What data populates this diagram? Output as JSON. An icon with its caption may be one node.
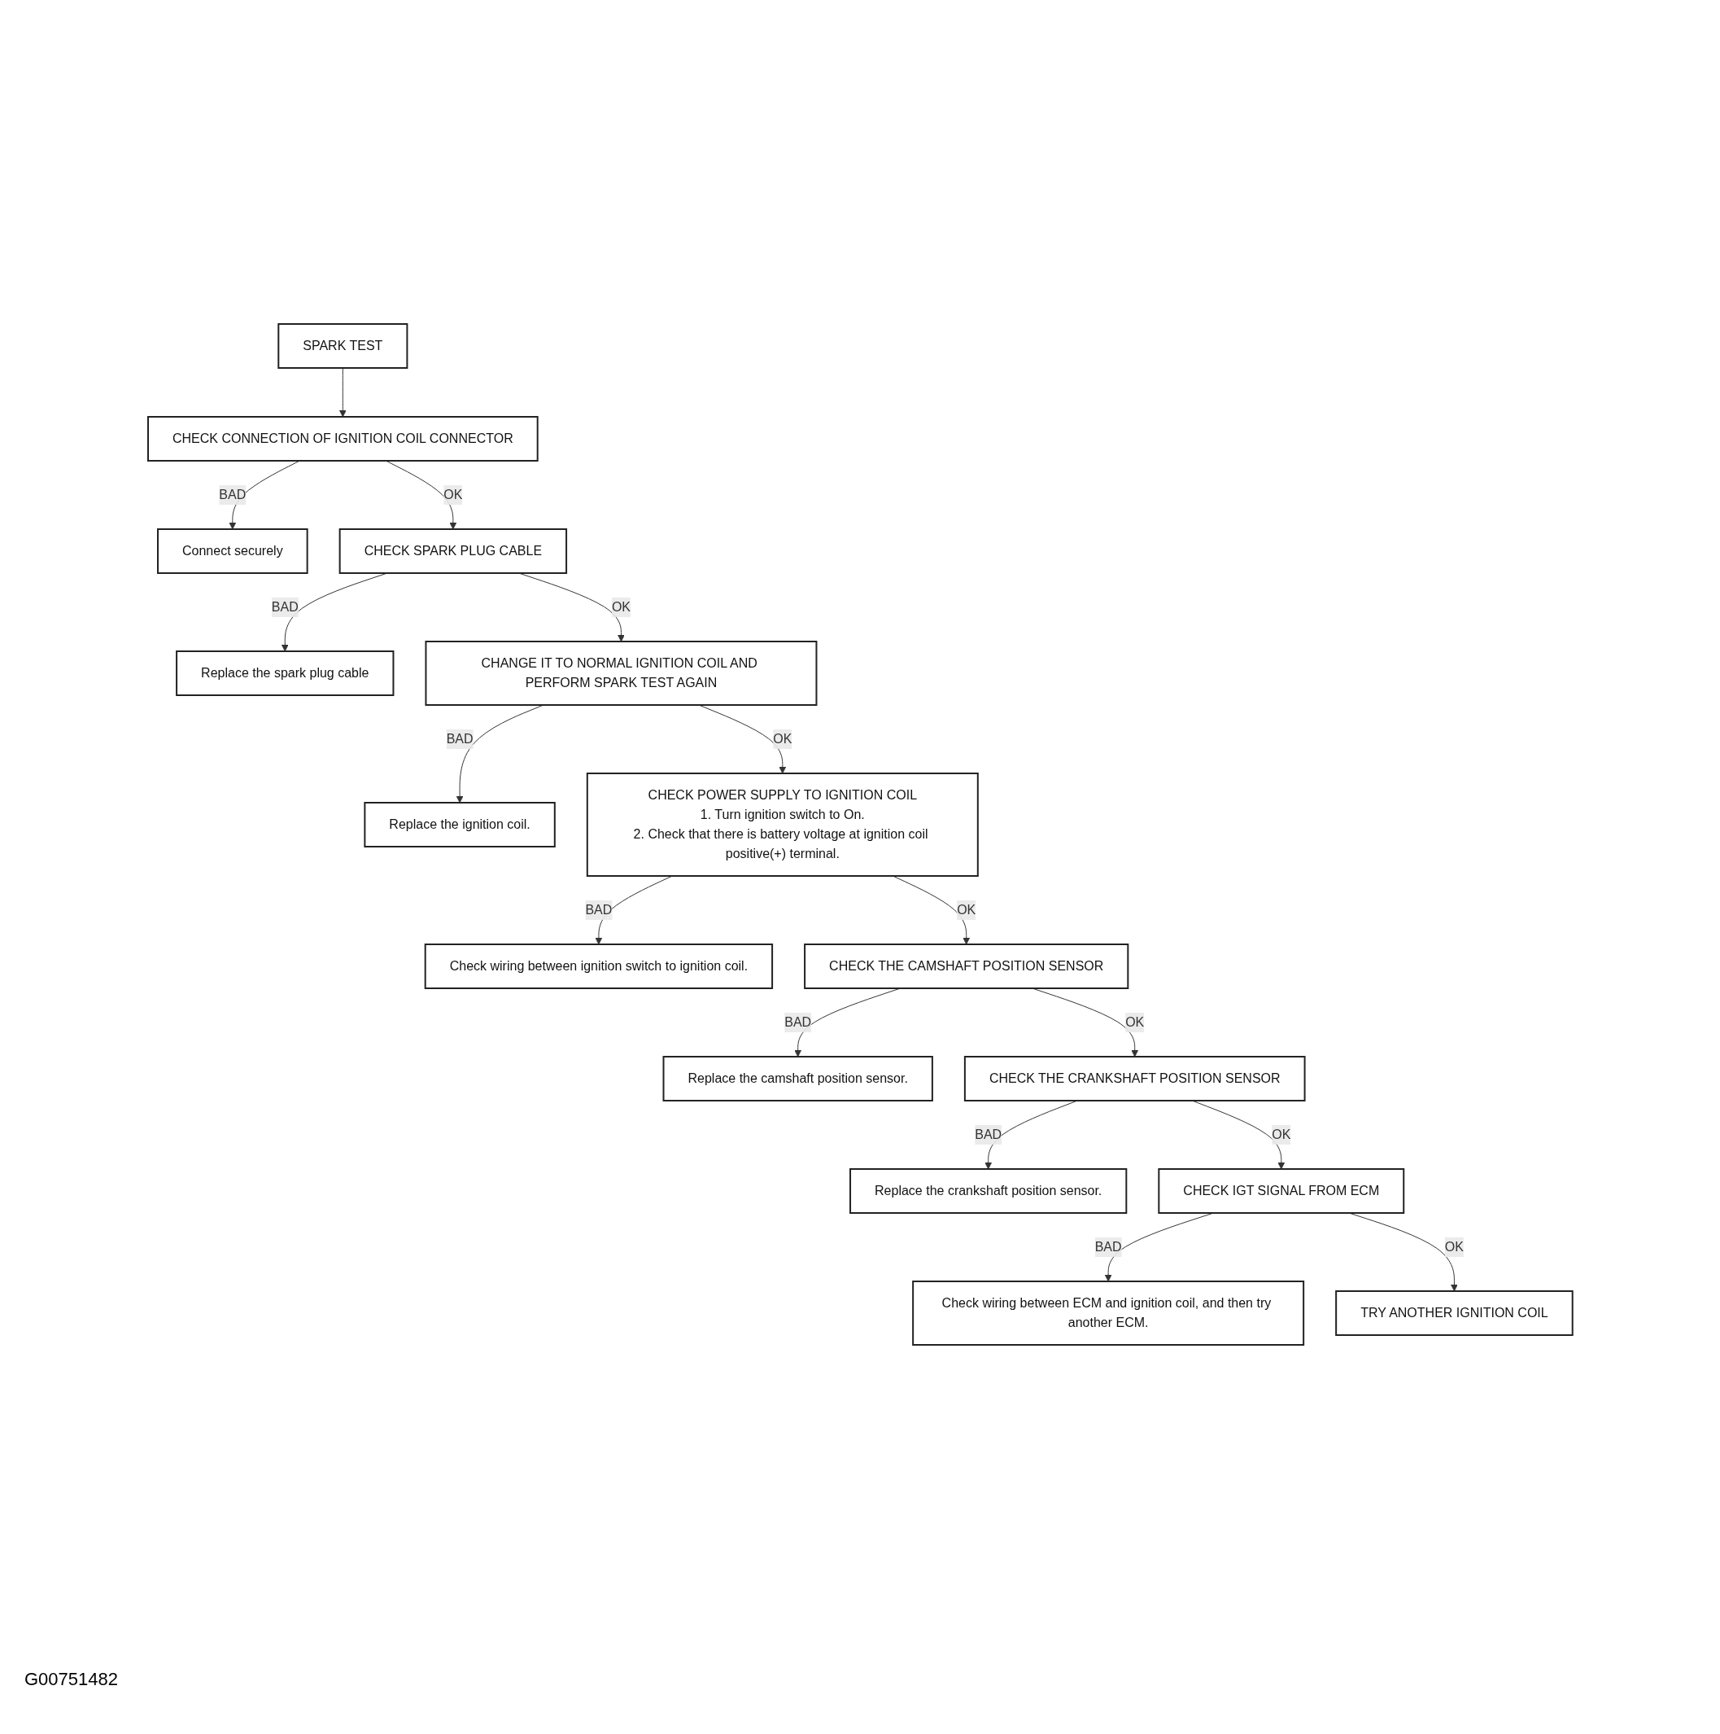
{
  "diagram": {
    "nodes": [
      {
        "text": [
          "SPARK TEST"
        ]
      },
      {
        "text": [
          "CHECK CONNECTION OF IGNITION COIL CONNECTOR"
        ]
      },
      {
        "text": [
          "Connect securely"
        ]
      },
      {
        "text": [
          "CHECK SPARK PLUG CABLE"
        ]
      },
      {
        "text": [
          "Replace the spark plug cable"
        ]
      },
      {
        "text": [
          "CHANGE IT TO NORMAL IGNITION COIL AND PERFORM SPARK TEST AGAIN"
        ]
      },
      {
        "text": [
          "Replace the ignition coil."
        ]
      },
      {
        "text": [
          "CHECK POWER SUPPLY TO IGNITION COIL",
          "1. Turn ignition switch to On.",
          "2. Check that there is battery voltage at ignition coil positive(+) terminal."
        ]
      },
      {
        "text": [
          "Check wiring between ignition switch to ignition coil."
        ]
      },
      {
        "text": [
          "CHECK THE CAMSHAFT POSITION SENSOR"
        ]
      },
      {
        "text": [
          "Replace the camshaft position sensor."
        ]
      },
      {
        "text": [
          "CHECK THE CRANKSHAFT POSITION SENSOR"
        ]
      },
      {
        "text": [
          "Replace the crankshaft position sensor."
        ]
      },
      {
        "text": [
          "CHECK IGT SIGNAL FROM ECM"
        ]
      },
      {
        "text": [
          "Check wiring between ECM and ignition coil, and then try another ECM."
        ]
      },
      {
        "text": [
          "TRY ANOTHER IGNITION COIL"
        ]
      }
    ],
    "edges": [
      {
        "from": 0,
        "to": 1,
        "arrow": "to"
      },
      {
        "from": 1,
        "to": 2,
        "label": "BAD",
        "arrow": "to"
      },
      {
        "from": 1,
        "to": 3,
        "label": "OK",
        "arrow": "to"
      },
      {
        "from": 3,
        "to": 4,
        "label": "BAD",
        "arrow": "to"
      },
      {
        "from": 3,
        "to": 5,
        "label": "OK",
        "arrow": "to"
      },
      {
        "from": 5,
        "to": 6,
        "label": "BAD",
        "arrow": "to"
      },
      {
        "from": 5,
        "to": 7,
        "label": "OK",
        "arrow": "to"
      },
      {
        "from": 7,
        "to": 8,
        "label": "BAD",
        "arrow": "to"
      },
      {
        "from": 7,
        "to": 9,
        "label": "OK",
        "arrow": "to"
      },
      {
        "from": 9,
        "to": 10,
        "label": "BAD",
        "arrow": "to"
      },
      {
        "from": 9,
        "to": 11,
        "label": "OK",
        "arrow": "to"
      },
      {
        "from": 11,
        "to": 12,
        "label": "BAD",
        "arrow": "to"
      },
      {
        "from": 11,
        "to": 13,
        "label": "OK",
        "arrow": "to"
      },
      {
        "from": 13,
        "to": 14,
        "label": "BAD",
        "arrow": "to"
      },
      {
        "from": 13,
        "to": 15,
        "label": "OK",
        "arrow": "to"
      }
    ],
    "labels": [
      "G00751482"
    ]
  }
}
